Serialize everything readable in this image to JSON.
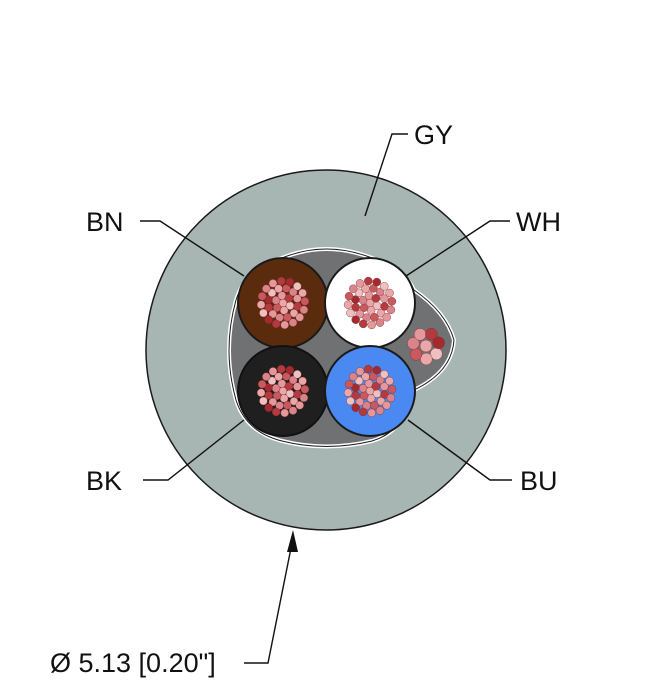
{
  "labels": {
    "gy": "GY",
    "bn": "BN",
    "wh": "WH",
    "bk": "BK",
    "bu": "BU",
    "diameter": "Ø 5.13 [0.20\"]"
  },
  "colors": {
    "jacket": "#a7b5b3",
    "filler": "#7d7f80",
    "brown": "#5a2c0d",
    "white": "#ffffff",
    "black": "#1f1f1f",
    "blue": "#4a88f2",
    "strand": "#e6a2a5"
  }
}
